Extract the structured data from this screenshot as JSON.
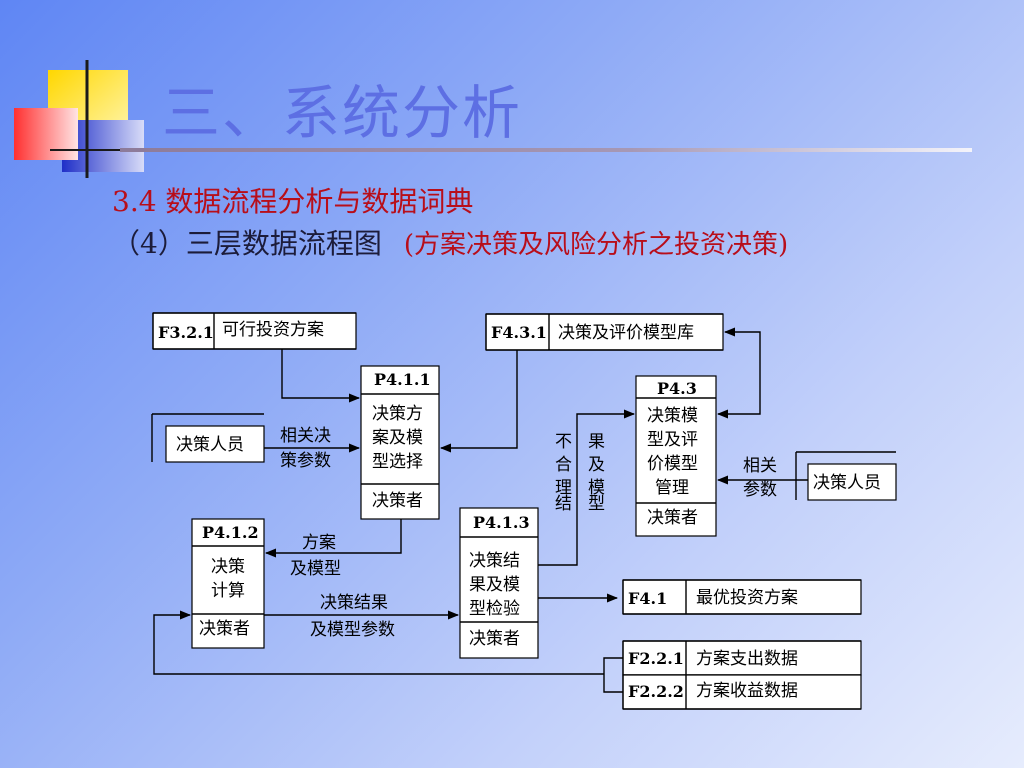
{
  "title": "三、系统分析",
  "subtitle1": "3.4 数据流程分析与数据词典",
  "subtitle2": "（4）三层数据流程图",
  "subtitle2_red": "(方案决策及风险分析之投资决策)",
  "colors": {
    "title": "#5d6fe3",
    "red": "#b80e1a",
    "bg_start": "#5f86f4",
    "bg_end": "#e6ecfd"
  },
  "diagram": {
    "stores": {
      "f321": {
        "id": "F3.2.1",
        "name": "可行投资方案"
      },
      "f431": {
        "id": "F4.3.1",
        "name": "决策及评价模型库"
      },
      "f41": {
        "id": "F4.1",
        "name": "最优投资方案"
      },
      "f221": {
        "id": "F2.2.1",
        "name": "方案支出数据"
      },
      "f222": {
        "id": "F2.2.2",
        "name": "方案收益数据"
      }
    },
    "entities": {
      "left": "决策人员",
      "right": "决策人员"
    },
    "processes": {
      "p411": {
        "id": "P4.1.1",
        "line1": "决策方",
        "line2": "案及模",
        "line3": "型选择",
        "actor": "决策者"
      },
      "p412": {
        "id": "P4.1.2",
        "line1": "决策",
        "line2": "计算",
        "actor": "决策者"
      },
      "p413": {
        "id": "P4.1.3",
        "line1": "决策结",
        "line2": "果及模",
        "line3": "型检验",
        "actor": "决策者"
      },
      "p43": {
        "id": "P4.3",
        "line1": "决策模",
        "line2": "型及评",
        "line3": "价模型",
        "line4": "管理",
        "actor": "决策者"
      }
    },
    "flows": {
      "params_left_1": "相关决",
      "params_left_2": "策参数",
      "scheme_model_1": "方案",
      "scheme_model_2": "及模型",
      "result_param_1": "决策结果",
      "result_param_2": "及模型参数",
      "unreasonable_1": "不",
      "unreasonable_2": "合",
      "unreasonable_3": "理",
      "unreasonable_4": "结",
      "result_model_1": "果",
      "result_model_2": "及",
      "result_model_3": "模",
      "result_model_4": "型",
      "params_right_1": "相关",
      "params_right_2": "参数"
    }
  }
}
